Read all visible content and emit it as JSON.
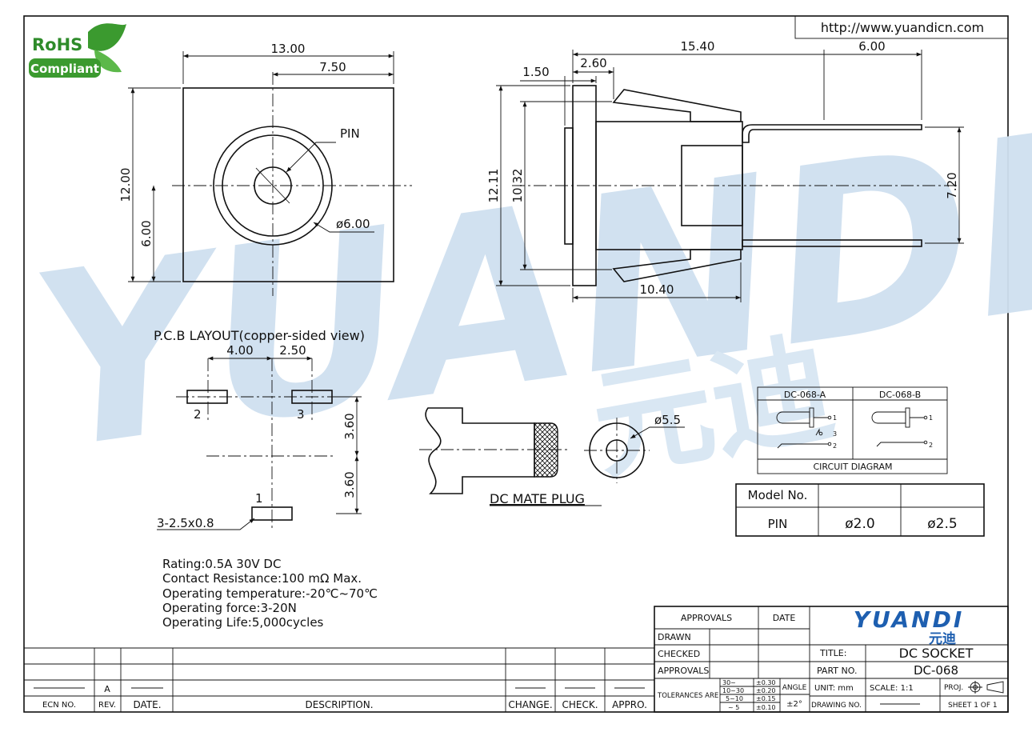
{
  "badge": {
    "line1": "RoHS",
    "line2": "Compliant"
  },
  "website": "http://www.yuandicn.com",
  "watermark": {
    "latin": "YUANDI",
    "cjk": "元迪"
  },
  "front_view": {
    "dim_width": "13.00",
    "dim_half": "7.50",
    "dim_height": "12.00",
    "dim_center": "6.00",
    "pin_label": "PIN",
    "dim_diameter": "ø6.00"
  },
  "side_view": {
    "dim_total": "15.40",
    "dim_pin_len": "6.00",
    "dim_flange": "2.60",
    "dim_front": "1.50",
    "dim_h1": "12.11",
    "dim_h2": "10.32",
    "dim_pin_span": "7.20",
    "dim_body": "10.40"
  },
  "pcb": {
    "title": "P.C.B LAYOUT(copper-sided view)",
    "dim_a": "4.00",
    "dim_b": "2.50",
    "dim_c": "3.60",
    "dim_d": "3.60",
    "pad_labels": [
      "2",
      "3",
      "1"
    ],
    "slot_note": "3-2.5x0.8"
  },
  "plug": {
    "label": "DC MATE PLUG",
    "diameter": "ø5.5"
  },
  "circuit": {
    "col_a": "DC-068-A",
    "col_b": "DC-068-B",
    "title": "CIRCUIT DIAGRAM",
    "pins_a": [
      "1",
      "3",
      "2"
    ],
    "pins_b": [
      "1",
      "2"
    ]
  },
  "model_table": {
    "header": "Model No.",
    "row_label": "PIN",
    "values": [
      "ø2.0",
      "ø2.5"
    ]
  },
  "specs": [
    "Rating:0.5A 30V DC",
    "Contact Resistance:100 mΩ Max.",
    "Operating temperature:-20℃~70℃",
    "Operating force:3-20N",
    "Operating Life:5,000cycles"
  ],
  "revision": {
    "rev_value": "A",
    "headers": [
      "ECN NO.",
      "REV.",
      "DATE.",
      "DESCRIPTION.",
      "CHANGE.",
      "CHECK.",
      "APPRO."
    ]
  },
  "title_block": {
    "approvals": "APPROVALS",
    "date": "DATE",
    "rows": [
      "DRAWN",
      "CHECKED",
      "APPROVALS"
    ],
    "tolerances_label": "TOLERANCES ARE",
    "tolerances": [
      {
        "range": "30~",
        "value": "±0.30"
      },
      {
        "range": "10~30",
        "value": "±0.20"
      },
      {
        "range": "5~10",
        "value": "±0.15"
      },
      {
        "range": "~ 5",
        "value": "±0.10"
      }
    ],
    "angle_label": "ANGLE",
    "angle_value": "±2°",
    "logo_latin": "YUANDI",
    "logo_cjk": "元迪",
    "title_label": "TITLE:",
    "title_value": "DC SOCKET",
    "part_label": "PART NO.",
    "part_value": "DC-068",
    "unit": "UNIT: mm",
    "scale": "SCALE:   1:1",
    "proj": "PROJ.",
    "drawing_no": "DRAWING NO.",
    "sheet": "SHEET  1 OF 1"
  },
  "colors": {
    "watermark": "#cfe0f0",
    "logo_blue": "#1e5fb0",
    "rohs_green": "#3b9a2f"
  }
}
